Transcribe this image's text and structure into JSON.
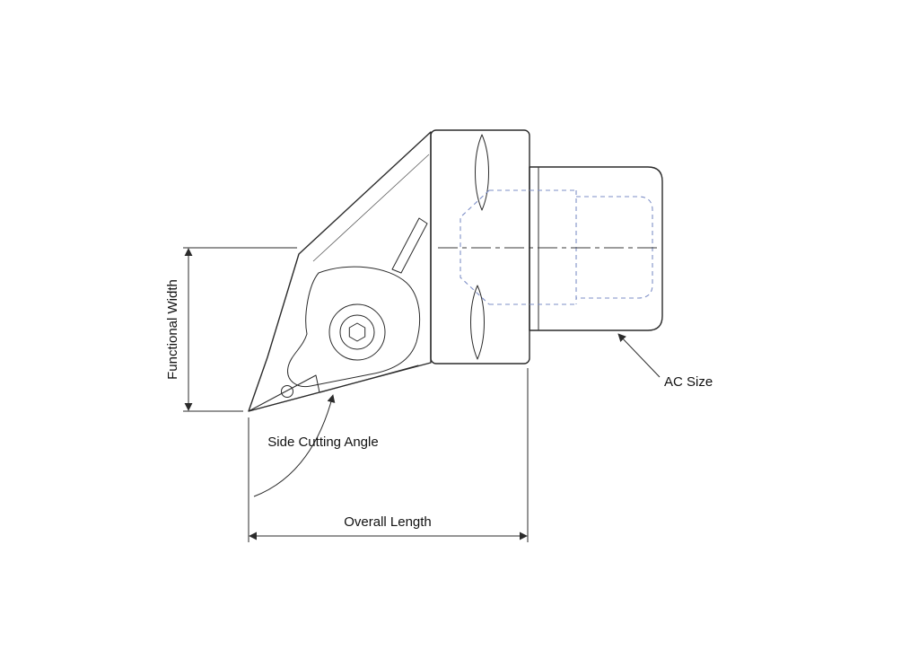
{
  "drawing": {
    "title": "Cutting tool holder engineering drawing",
    "labels": {
      "functional_width": "Functional Width",
      "side_cutting_angle": "Side Cutting Angle",
      "overall_length": "Overall Length",
      "ac_size": "AC Size"
    },
    "colors": {
      "outline": "#2b2b2b",
      "hidden_profile": "#7e8fc7",
      "dimension": "#2b2b2b",
      "text": "#111111",
      "background": "#ffffff"
    }
  }
}
